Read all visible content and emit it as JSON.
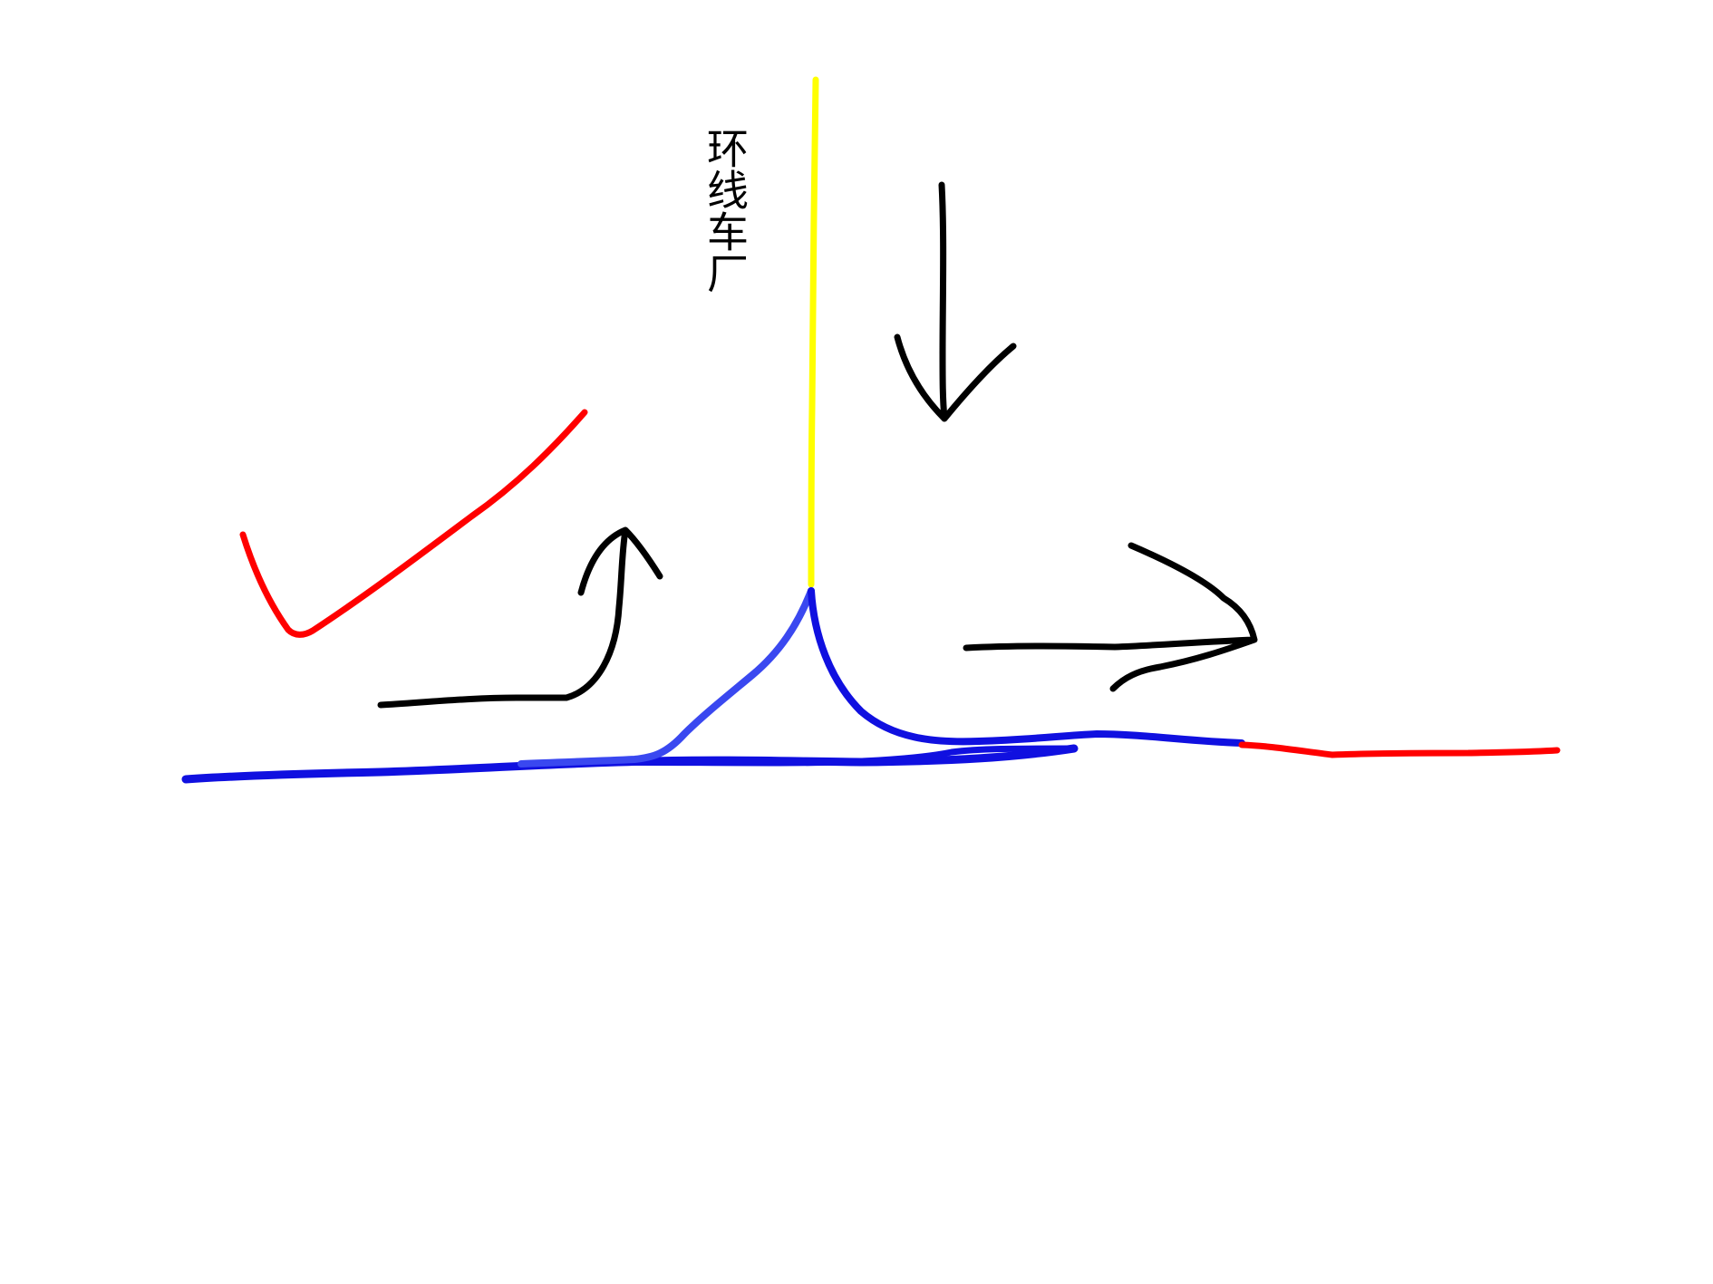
{
  "diagram": {
    "label": "环线车厂",
    "colors": {
      "depot_track": "#ffff00",
      "main_track": "#1010e0",
      "branch_track": "#3a48f0",
      "correct_path": "#ff0000",
      "red_extension": "#ff0000",
      "arrows": "#000000"
    },
    "elements": [
      "depot-track-yellow",
      "main-track-blue",
      "branch-curve-left",
      "branch-curve-right",
      "red-extension-right",
      "red-checkmark",
      "arrow-up-left",
      "arrow-down",
      "arrow-right"
    ]
  }
}
